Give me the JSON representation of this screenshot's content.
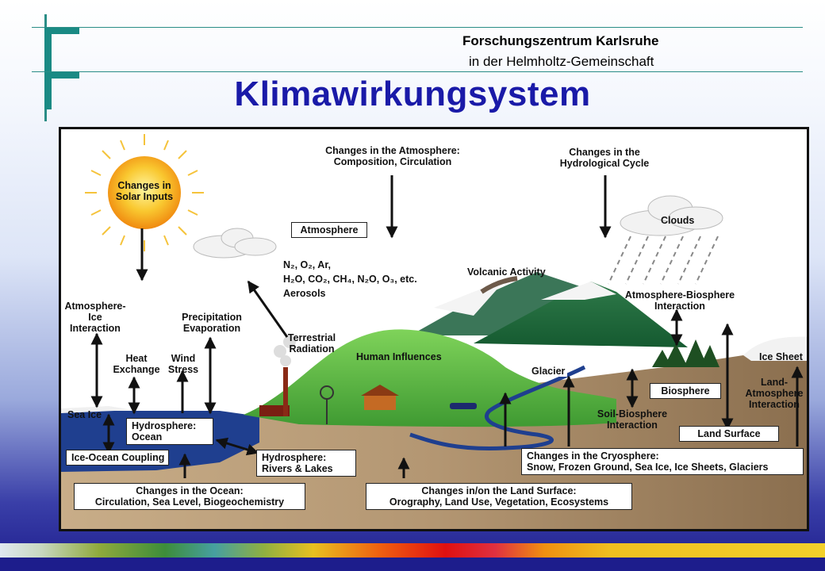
{
  "header": {
    "org_name": "Forschungszentrum Karlsruhe",
    "org_sub": "in der Helmholtz-Gemeinschaft",
    "title": "Klimawirkungsystem"
  },
  "diagram": {
    "solar": "Changes in Solar Inputs",
    "atmo_changes": "Changes in the Atmosphere: Composition, Circulation",
    "hydro_cycle": "Changes in the Hydrological Cycle",
    "clouds": "Clouds",
    "atmosphere": "Atmosphere",
    "gases_line1": "N₂, O₂, Ar,",
    "gases_line2": "H₂O, CO₂, CH₄, N₂O, O₃, etc.",
    "gases_line3": "Aerosols",
    "volcanic": "Volcanic Activity",
    "atmo_bio": "Atmosphere-Biosphere Interaction",
    "atmo_ice": "Atmosphere-Ice Interaction",
    "precip": "Precipitation Evaporation",
    "heat": "Heat Exchange",
    "wind": "Wind Stress",
    "terrestrial": "Terrestrial Radiation",
    "human": "Human Influences",
    "glacier": "Glacier",
    "ice_sheet": "Ice Sheet",
    "sea_ice": "Sea Ice",
    "hydro_ocean": "Hydrosphere: Ocean",
    "biosphere": "Biosphere",
    "land_atmo": "Land-Atmosphere Interaction",
    "soil_bio": "Soil-Biosphere Interaction",
    "land_surface": "Land Surface",
    "ice_ocean": "Ice-Ocean Coupling",
    "hydro_rivers": "Hydrosphere: Rivers & Lakes",
    "cryo_title": "Changes in the Cryosphere:",
    "cryo_body": "Snow, Frozen Ground, Sea Ice, Ice Sheets, Glaciers",
    "ocean_title": "Changes in the Ocean:",
    "ocean_body": "Circulation, Sea Level, Biogeochemistry",
    "land_title": "Changes in/on the Land Surface:",
    "land_body": "Orography, Land Use, Vegetation, Ecosystems"
  },
  "colors": {
    "title": "#1a1aa8",
    "accent_teal": "#1a8a84",
    "ocean": "#1f3f8f",
    "land_green": "#6cc04a",
    "ground": "#b59a75"
  }
}
